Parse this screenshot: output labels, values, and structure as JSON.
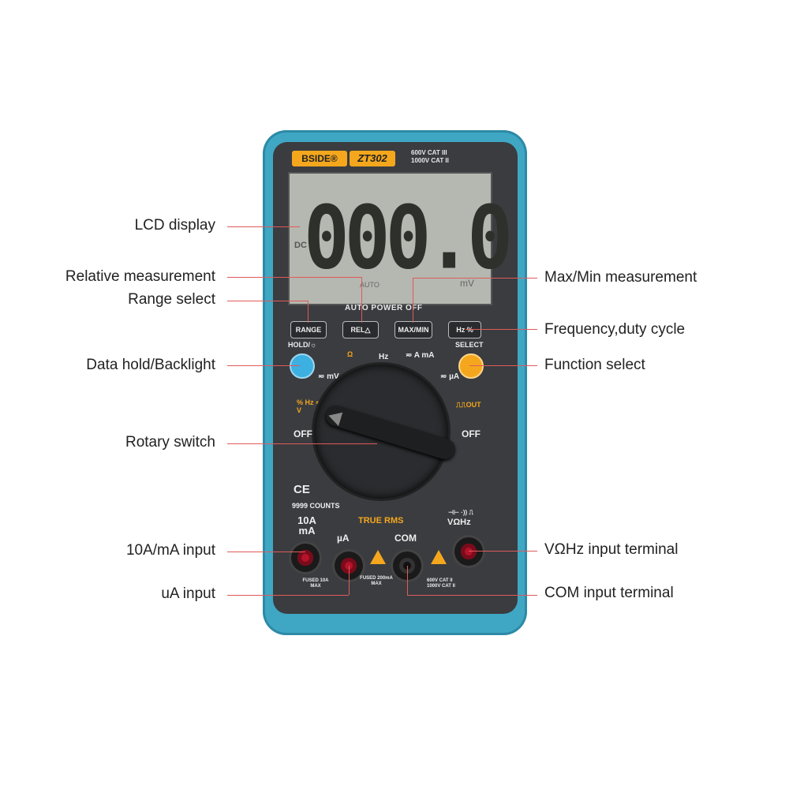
{
  "meter": {
    "brand": "BSIDE®",
    "model": "ZT302",
    "rating_line1": "600V CAT III",
    "rating_line2": "1000V CAT II",
    "lcd_digits": "000.0",
    "lcd_dc": "DC",
    "lcd_auto": "AUTO",
    "lcd_unit": "mV",
    "auto_power_off": "AUTO POWER OFF",
    "buttons": {
      "range": "RANGE",
      "rel": "REL△",
      "maxmin": "MAX/MIN",
      "hz": "Hz %"
    },
    "hold_label": "HOLD/☼",
    "select_label": "SELECT",
    "dial": {
      "ohm": "Ω",
      "hz": "Hz",
      "amp": "≂ A mA",
      "mv": "≂ mV",
      "ua": "≂ µA",
      "v": "% Hz ≂ V",
      "pwm": "⎍⎍OUT",
      "off_left": "OFF",
      "off_right": "OFF"
    },
    "ce": "CE",
    "counts": "9999 COUNTS",
    "true_rms": "TRUE RMS",
    "jack_10a": "10A mA",
    "jack_ua": "µA",
    "jack_com": "COM",
    "jack_v": "VΩHz",
    "jack_v_symbols": "⊣⊢ ·)) ⎍",
    "fuse1": "FUSED 10A MAX",
    "fuse2": "FUSED 200mA MAX",
    "cat_bottom": "600V CAT II 1000V CAT II"
  },
  "callouts": {
    "lcd_display": "LCD display",
    "relative_measurement": "Relative measurement",
    "range_select": "Range select",
    "data_hold": "Data hold/Backlight",
    "rotary_switch": "Rotary switch",
    "input_10a": "10A/mA input",
    "ua_input": "uA input",
    "maxmin": "Max/Min measurement",
    "frequency": "Frequency,duty cycle",
    "function_select": "Function select",
    "vohm_input": "VΩHz input terminal",
    "com_input": "COM input terminal"
  },
  "colors": {
    "bumper": "#3fa7c4",
    "face": "#3a3c40",
    "accent": "#f4a71d",
    "hold_button": "#3cb0e0",
    "leader": "#e05a5a"
  }
}
